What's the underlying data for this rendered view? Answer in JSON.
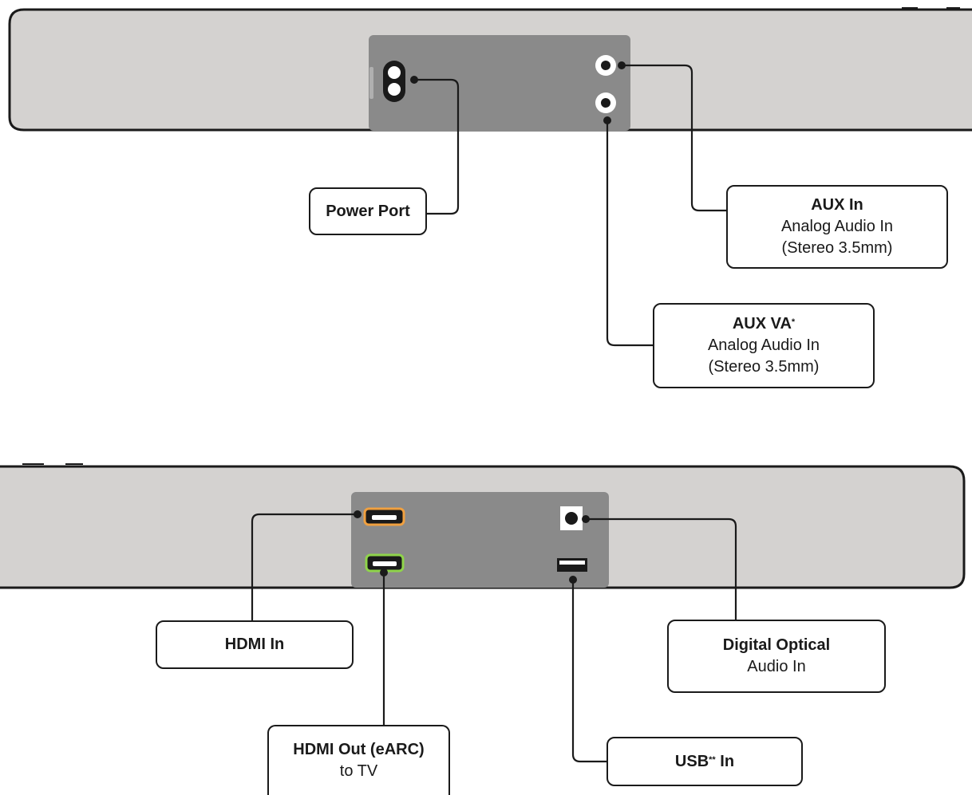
{
  "colors": {
    "bar_fill": "#d4d2d0",
    "bar_stroke": "#1a1a1a",
    "panel": "#8a8a8a",
    "port_hole": "#ffffff",
    "hdmi_in_accent": "#f0a040",
    "hdmi_out_accent": "#8fd44a"
  },
  "labels": {
    "power_port": {
      "title": "Power Port"
    },
    "aux_in": {
      "title": "AUX In",
      "line1": "Analog Audio In",
      "line2": "(Stereo 3.5mm)"
    },
    "aux_va": {
      "title": "AUX VA",
      "mark": "*",
      "line1": "Analog Audio In",
      "line2": "(Stereo 3.5mm)"
    },
    "hdmi_in": {
      "title": "HDMI In"
    },
    "hdmi_out": {
      "title": "HDMI Out (eARC)",
      "line1": "to TV"
    },
    "digital_optical": {
      "title": "Digital Optical",
      "line1": "Audio In"
    },
    "usb_in": {
      "title_prefix": "USB",
      "mark": "**",
      "title_suffix": " In"
    }
  },
  "icons": {
    "power": "figure-8-power-socket-icon",
    "aux_in": "3.5mm-jack-icon",
    "aux_va": "3.5mm-jack-icon",
    "hdmi_in": "hdmi-port-icon",
    "hdmi_out": "hdmi-port-icon",
    "optical": "toslink-optical-port-icon",
    "usb": "usb-a-port-icon"
  }
}
